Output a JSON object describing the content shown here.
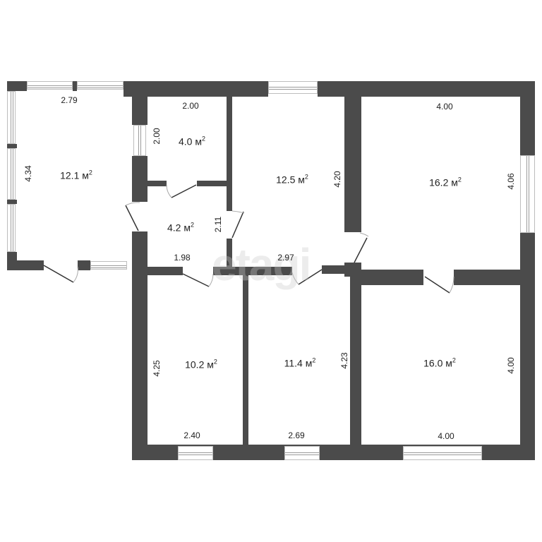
{
  "plan": {
    "wall_color": "#4b4b4b",
    "watermark": "etagi",
    "rooms": [
      {
        "id": "sunroom",
        "area": "12.1",
        "unit": "м",
        "dims": {
          "width": "2.79",
          "height": "4.34"
        }
      },
      {
        "id": "small-room",
        "area": "4.0",
        "unit": "м",
        "dims": {
          "width": "2.00",
          "height": "2.00"
        }
      },
      {
        "id": "hall",
        "area": "4.2",
        "unit": "м",
        "dims": {
          "width": "1.98",
          "height": "2.11"
        }
      },
      {
        "id": "center-top",
        "area": "12.5",
        "unit": "м",
        "dims": {
          "width": "2.97",
          "height": "4.20"
        }
      },
      {
        "id": "right-top",
        "area": "16.2",
        "unit": "м",
        "dims": {
          "width": "4.00",
          "height": "4.06"
        }
      },
      {
        "id": "left-bottom",
        "area": "10.2",
        "unit": "м",
        "dims": {
          "width": "2.40",
          "height": "4.25"
        }
      },
      {
        "id": "center-bottom",
        "area": "11.4",
        "unit": "м",
        "dims": {
          "width": "2.69",
          "height": "4.23"
        }
      },
      {
        "id": "right-bottom",
        "area": "16.0",
        "unit": "м",
        "dims": {
          "width": "4.00",
          "height": "4.00"
        }
      }
    ],
    "sup": "2"
  }
}
